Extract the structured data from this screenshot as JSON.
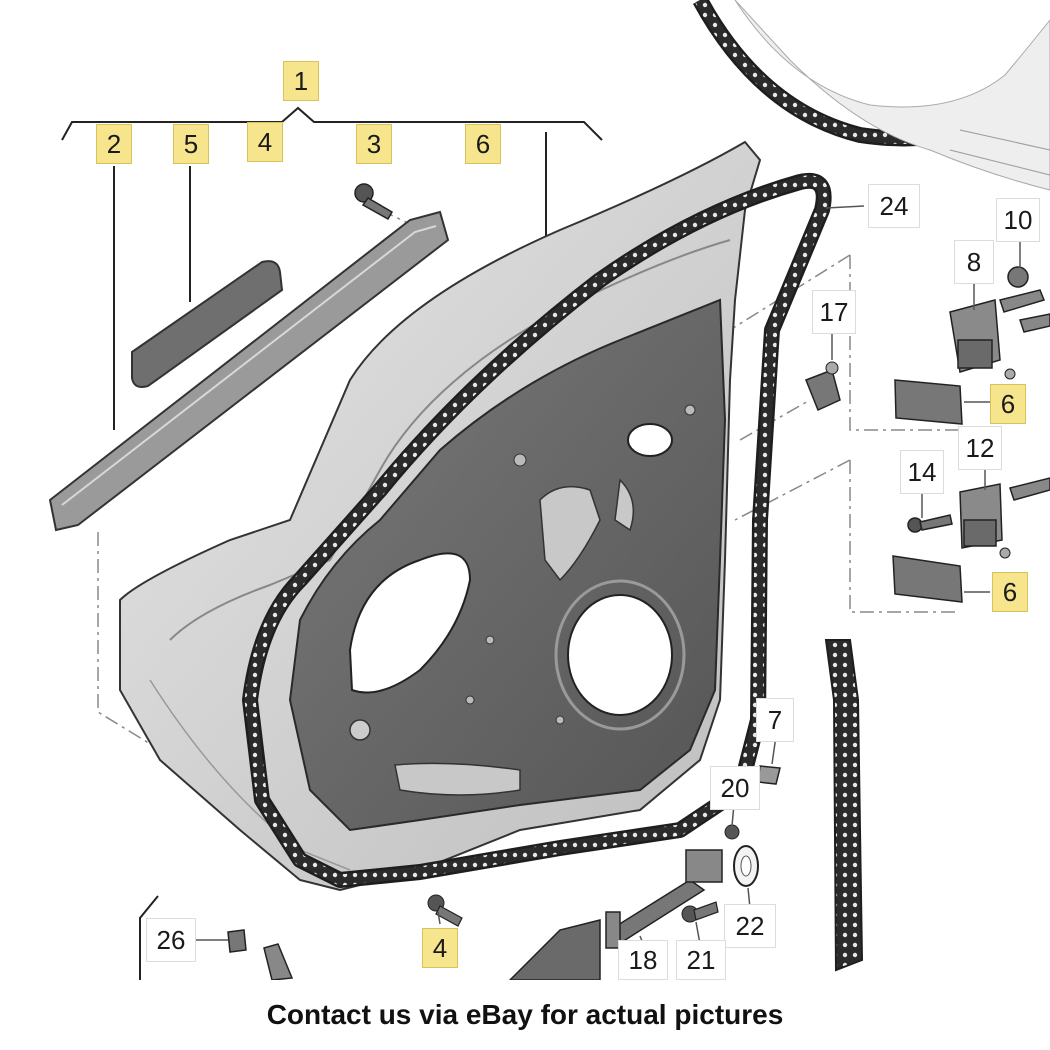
{
  "colors": {
    "highlight": "#f7e58e",
    "line": "#222222",
    "panel": "#6e6e6e",
    "panel_light": "#cfcfcf",
    "background": "#ffffff"
  },
  "callouts": {
    "c1": "1",
    "c2": "2",
    "c3": "3",
    "c4_top": "4",
    "c4_bottom": "4",
    "c5": "5",
    "c6_top": "6",
    "c6_mid": "6",
    "c6_low": "6",
    "c7": "7",
    "c8": "8",
    "c10": "10",
    "c12": "12",
    "c14": "14",
    "c17": "17",
    "c18": "18",
    "c20": "20",
    "c21": "21",
    "c22": "22",
    "c24": "24",
    "c26": "26"
  },
  "caption": "Contact us via eBay for actual pictures"
}
